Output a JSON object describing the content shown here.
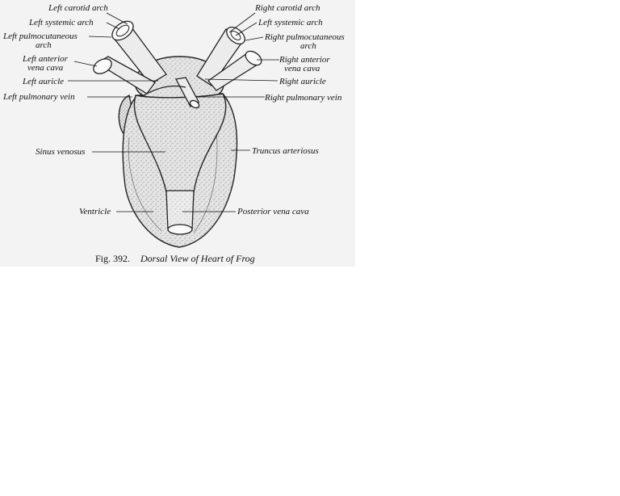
{
  "labels": {
    "left_carotid_arch": "Left carotid arch",
    "left_systemic_arch": "Left systemic arch",
    "left_pulmocutaneous_arch_1": "Left pulmocutaneous",
    "left_pulmocutaneous_arch_2": "arch",
    "left_anterior_vena_cava_1": "Left anterior",
    "left_anterior_vena_cava_2": "vena cava",
    "left_auricle": "Left auricle",
    "left_pulmonary_vein": "Left pulmonary vein",
    "sinus_venosus": "Sinus venosus",
    "ventricle": "Ventricle",
    "right_carotid_arch": "Right carotid arch",
    "right_systemic_arch": "Left systemic arch",
    "right_pulmocutaneous_arch_1": "Right pulmocutaneous",
    "right_pulmocutaneous_arch_2": "arch",
    "right_anterior_vena_cava_1": "Right anterior",
    "right_anterior_vena_cava_2": "vena cava",
    "right_auricle": "Right auricle",
    "right_pulmonary_vein": "Right pulmonary vein",
    "truncus_arteriosus": "Truncus arteriosus",
    "posterior_vena_cava": "Posterior vena cava"
  },
  "caption": {
    "fig_number": "Fig. 392.",
    "title": "Dorsal View of Heart of Frog"
  }
}
